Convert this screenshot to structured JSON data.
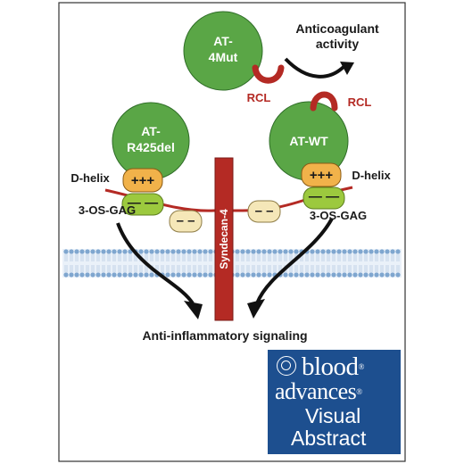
{
  "labels": {
    "at_4mut": [
      "AT-",
      "4Mut"
    ],
    "at_r425del": [
      "AT-",
      "R425del"
    ],
    "at_wt": "AT-WT",
    "anticoagulant": [
      "Anticoagulant",
      "activity"
    ],
    "rcl": "RCL",
    "d_helix": "D-helix",
    "gag": "3-OS-GAG",
    "syndecan": "Syndecan-4",
    "signaling": "Anti-inflammatory signaling",
    "plus": "+++",
    "minus_long": "— —",
    "minus_short": "– –"
  },
  "logo": {
    "line1": "blood",
    "line2": "advances",
    "line3": "Visual",
    "line4": "Abstract"
  },
  "colors": {
    "at_green": "#5aa646",
    "at_stroke": "#2f6d28",
    "positive_orange": "#f1b24a",
    "negative_green": "#9cc93e",
    "negative_beige": "#f5e7b8",
    "syndecan_red": "#b42a24",
    "membrane_blue": "#7fa6cf",
    "logo_blue": "#1d4f8f"
  }
}
